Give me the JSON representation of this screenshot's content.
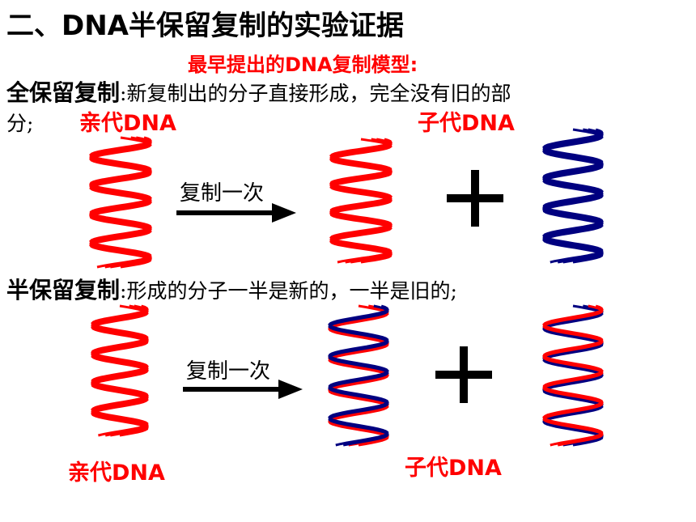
{
  "title": "二、DNA半保留复制的实验证据",
  "subtitle": "最早提出的DNA复制模型:",
  "conservative": {
    "term": "全保留复制",
    "colon": ":",
    "description": "新复制出的分子直接形成，完全没有旧的部",
    "description_cont": "分;",
    "parent_label": "亲代DNA",
    "child_label": "子代DNA",
    "arrow_label": "复制一次"
  },
  "semiconservative": {
    "term": "半保留复制",
    "colon": ":",
    "description": "形成的分子一半是新的，一半是旧的;",
    "parent_label": "亲代DNA",
    "child_label": "子代DNA",
    "arrow_label": "复制一次"
  },
  "plus_sign": "+",
  "colors": {
    "old_strand": "#ff0000",
    "new_strand": "#000080",
    "label": "#ff0000"
  }
}
